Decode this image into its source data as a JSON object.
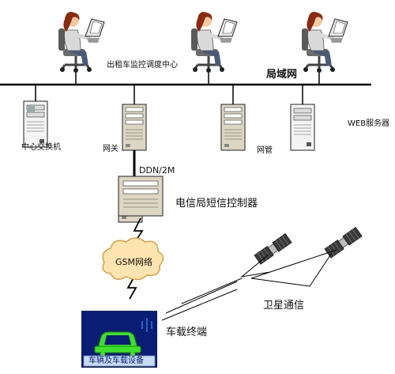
{
  "diagram": {
    "labels": {
      "dispatch_center": "出租车监控调度中心",
      "lan": "局域网",
      "central_switch": "中心交换机",
      "gateway": "网关",
      "gateway2": "网管",
      "web_server": "WEB服务器",
      "ddn": "DDN/2M",
      "sms_controller": "电信局短信控制器",
      "gsm_network": "GSM网络",
      "satellite": "卫星通信",
      "vehicle_terminal": "车载终端",
      "vehicle_device": "车辆及车载设备"
    },
    "icons": [
      "operator-icon",
      "server-icon",
      "cloud-icon",
      "lightning-icon",
      "satellite-icon",
      "car-icon"
    ]
  }
}
